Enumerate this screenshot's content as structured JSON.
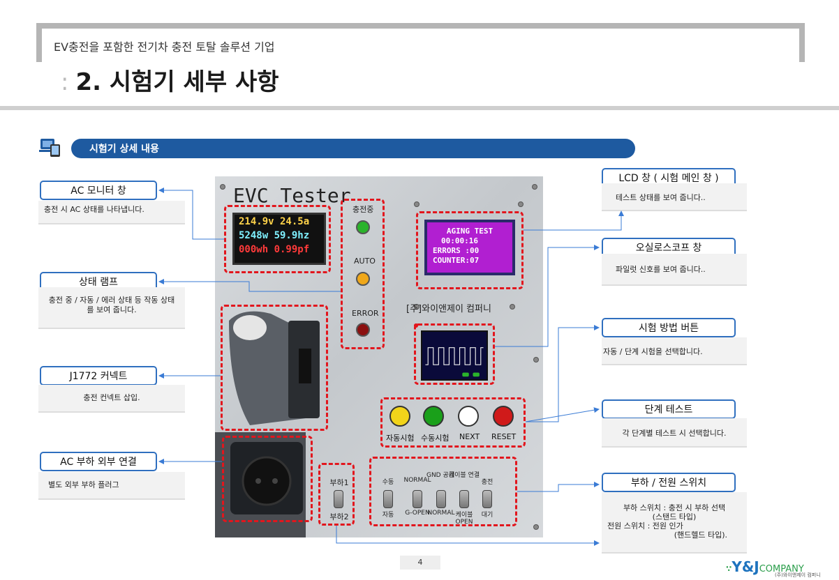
{
  "header": {
    "subtitle": "EV충전을 포함한 전기차 충전 토탈 솔루션 기업",
    "title_marker": ":",
    "title": "2. 시험기 세부 사항"
  },
  "section": {
    "icon": "devices-icon",
    "title": "시험기 상세 내용"
  },
  "left_callouts": [
    {
      "label": "AC 모니터 창",
      "desc": "충전 시 AC 상태를 나타냅니다."
    },
    {
      "label": "상태 램프",
      "desc": "충전 중 / 자동 / 에러 상태 등 작동 상태를 보여 줍니다."
    },
    {
      "label": "J1772 커넥트",
      "desc": "충전 컨넥트 삽입."
    },
    {
      "label": "AC 부하 외부 연결",
      "desc": "별도 외부 부하 플러그"
    }
  ],
  "right_callouts": [
    {
      "label": "LCD 창 ( 시험 메인 창 )",
      "desc": "테스트 상태를 보여 줍니다.."
    },
    {
      "label": "오실로스코프 창",
      "desc": "파일럿 신호를 보여 줍니다.."
    },
    {
      "label": "시험 방법 버튼",
      "desc": "자동 / 단계 시험을 선택합니다."
    },
    {
      "label": "단계 테스트",
      "desc": "각 단계별 테스트 시 선택합니다."
    },
    {
      "label": "부하 / 전원 스위치",
      "desc_lines": [
        "부하 스위치 : 충전 시 부하 선택",
        "(스탠드 타입)",
        "전원 스위치 : 전원 인가",
        "(핸드헬드 타입)."
      ]
    }
  ],
  "device": {
    "name": "EVC Tester",
    "ac_meter": {
      "row1": "214.9v 24.5a",
      "row2": "5248w 59.9hz",
      "row3": "000wh 0.99pf"
    },
    "lamps": [
      {
        "label": "충전중",
        "color": "#2bb32b"
      },
      {
        "label": "AUTO",
        "color": "#f0a81a"
      },
      {
        "label": "ERROR",
        "color": "#8b1010"
      }
    ],
    "lcd": {
      "line1": "AGING TEST",
      "line2": "00:00:16",
      "line3": "ERRORS :00",
      "line4": "COUNTER:07"
    },
    "company": "[주]와이앤제이 컴퍼니",
    "buttons": [
      {
        "label": "자동시험",
        "color": "#f2d41a"
      },
      {
        "label": "수동시험",
        "color": "#1aa01a"
      },
      {
        "label": "NEXT",
        "color": "#ffffff"
      },
      {
        "label": "RESET",
        "color": "#d01a1a"
      }
    ],
    "load_switch": {
      "top": "부하1",
      "bottom": "부하2"
    },
    "switches": [
      {
        "top": "수동",
        "bottom": "자동"
      },
      {
        "top": "NORMAL",
        "bottom": "G-OPEN"
      },
      {
        "top": "GND 공급",
        "bottom": "NORMAL"
      },
      {
        "top": "케이블 연결",
        "bottom": "케이블 OPEN"
      },
      {
        "top": "충전",
        "bottom": "대기"
      }
    ]
  },
  "footer": {
    "page": "4",
    "logo_main": "Y&J",
    "logo_company": "COMPANY",
    "logo_sub": "(주)와이앤제이 컴퍼니"
  },
  "colors": {
    "accent": "#1e5aa0",
    "callout_border": "#2f6fbf",
    "highlight": "#e2161d"
  }
}
